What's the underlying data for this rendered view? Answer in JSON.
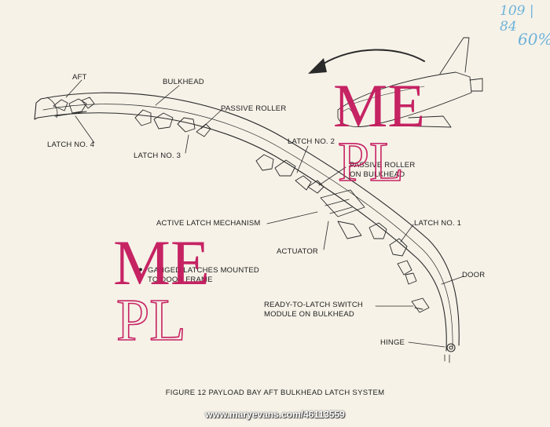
{
  "annotation": {
    "number": "109 | 84",
    "percent": "60%"
  },
  "labels": {
    "aft": "AFT",
    "bulkhead": "BULKHEAD",
    "passive_roller": "PASSIVE ROLLER",
    "latch4": "LATCH NO. 4",
    "latch3": "LATCH NO. 3",
    "latch2": "LATCH NO. 2",
    "passive_roller_bulkhead_1": "PASSIVE ROLLER",
    "passive_roller_bulkhead_2": "ON BULKHEAD",
    "active_latch": "ACTIVE LATCH MECHANISM",
    "latch1": "LATCH NO. 1",
    "actuator": "ACTUATOR",
    "door": "DOOR",
    "ganged_1": "GANGED LATCHES MOUNTED",
    "ganged_2": "TO DOOR FRAME",
    "rtl_1": "READY-TO-LATCH SWITCH",
    "rtl_2": "MODULE ON BULKHEAD",
    "hinge": "HINGE"
  },
  "caption": "FIGURE 12 PAYLOAD BAY AFT BULKHEAD LATCH SYSTEM",
  "watermark": {
    "line1": "ME",
    "line2": "PL"
  },
  "credit": "www.maryevans.com/46113559",
  "colors": {
    "paper": "#f6f2e8",
    "ink": "#1d1d1d",
    "watermark": "#c4185c",
    "annotation": "#6fb3d9"
  }
}
